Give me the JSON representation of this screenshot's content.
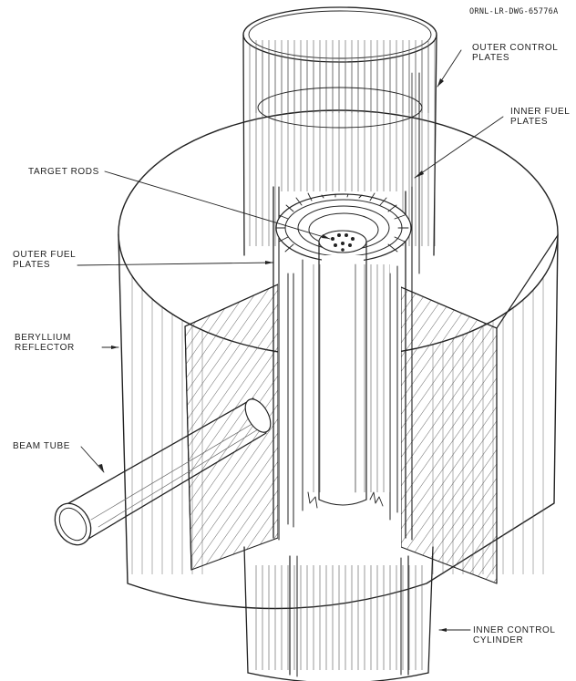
{
  "drawing_number": "ORNL-LR-DWG-65776A",
  "labels": {
    "outer_control_plates": [
      "OUTER CONTROL",
      "PLATES"
    ],
    "inner_fuel_plates": [
      "INNER FUEL",
      "PLATES"
    ],
    "target_rods": [
      "TARGET RODS"
    ],
    "outer_fuel_plates": [
      "OUTER FUEL",
      "PLATES"
    ],
    "beryllium_reflector": [
      "BERYLLIUM",
      "REFLECTOR"
    ],
    "beam_tube": [
      "BEAM TUBE"
    ],
    "inner_control_cylinder": [
      "INNER CONTROL",
      "CYLINDER"
    ]
  },
  "colors": {
    "ink": "#222222",
    "paper": "#ffffff"
  }
}
